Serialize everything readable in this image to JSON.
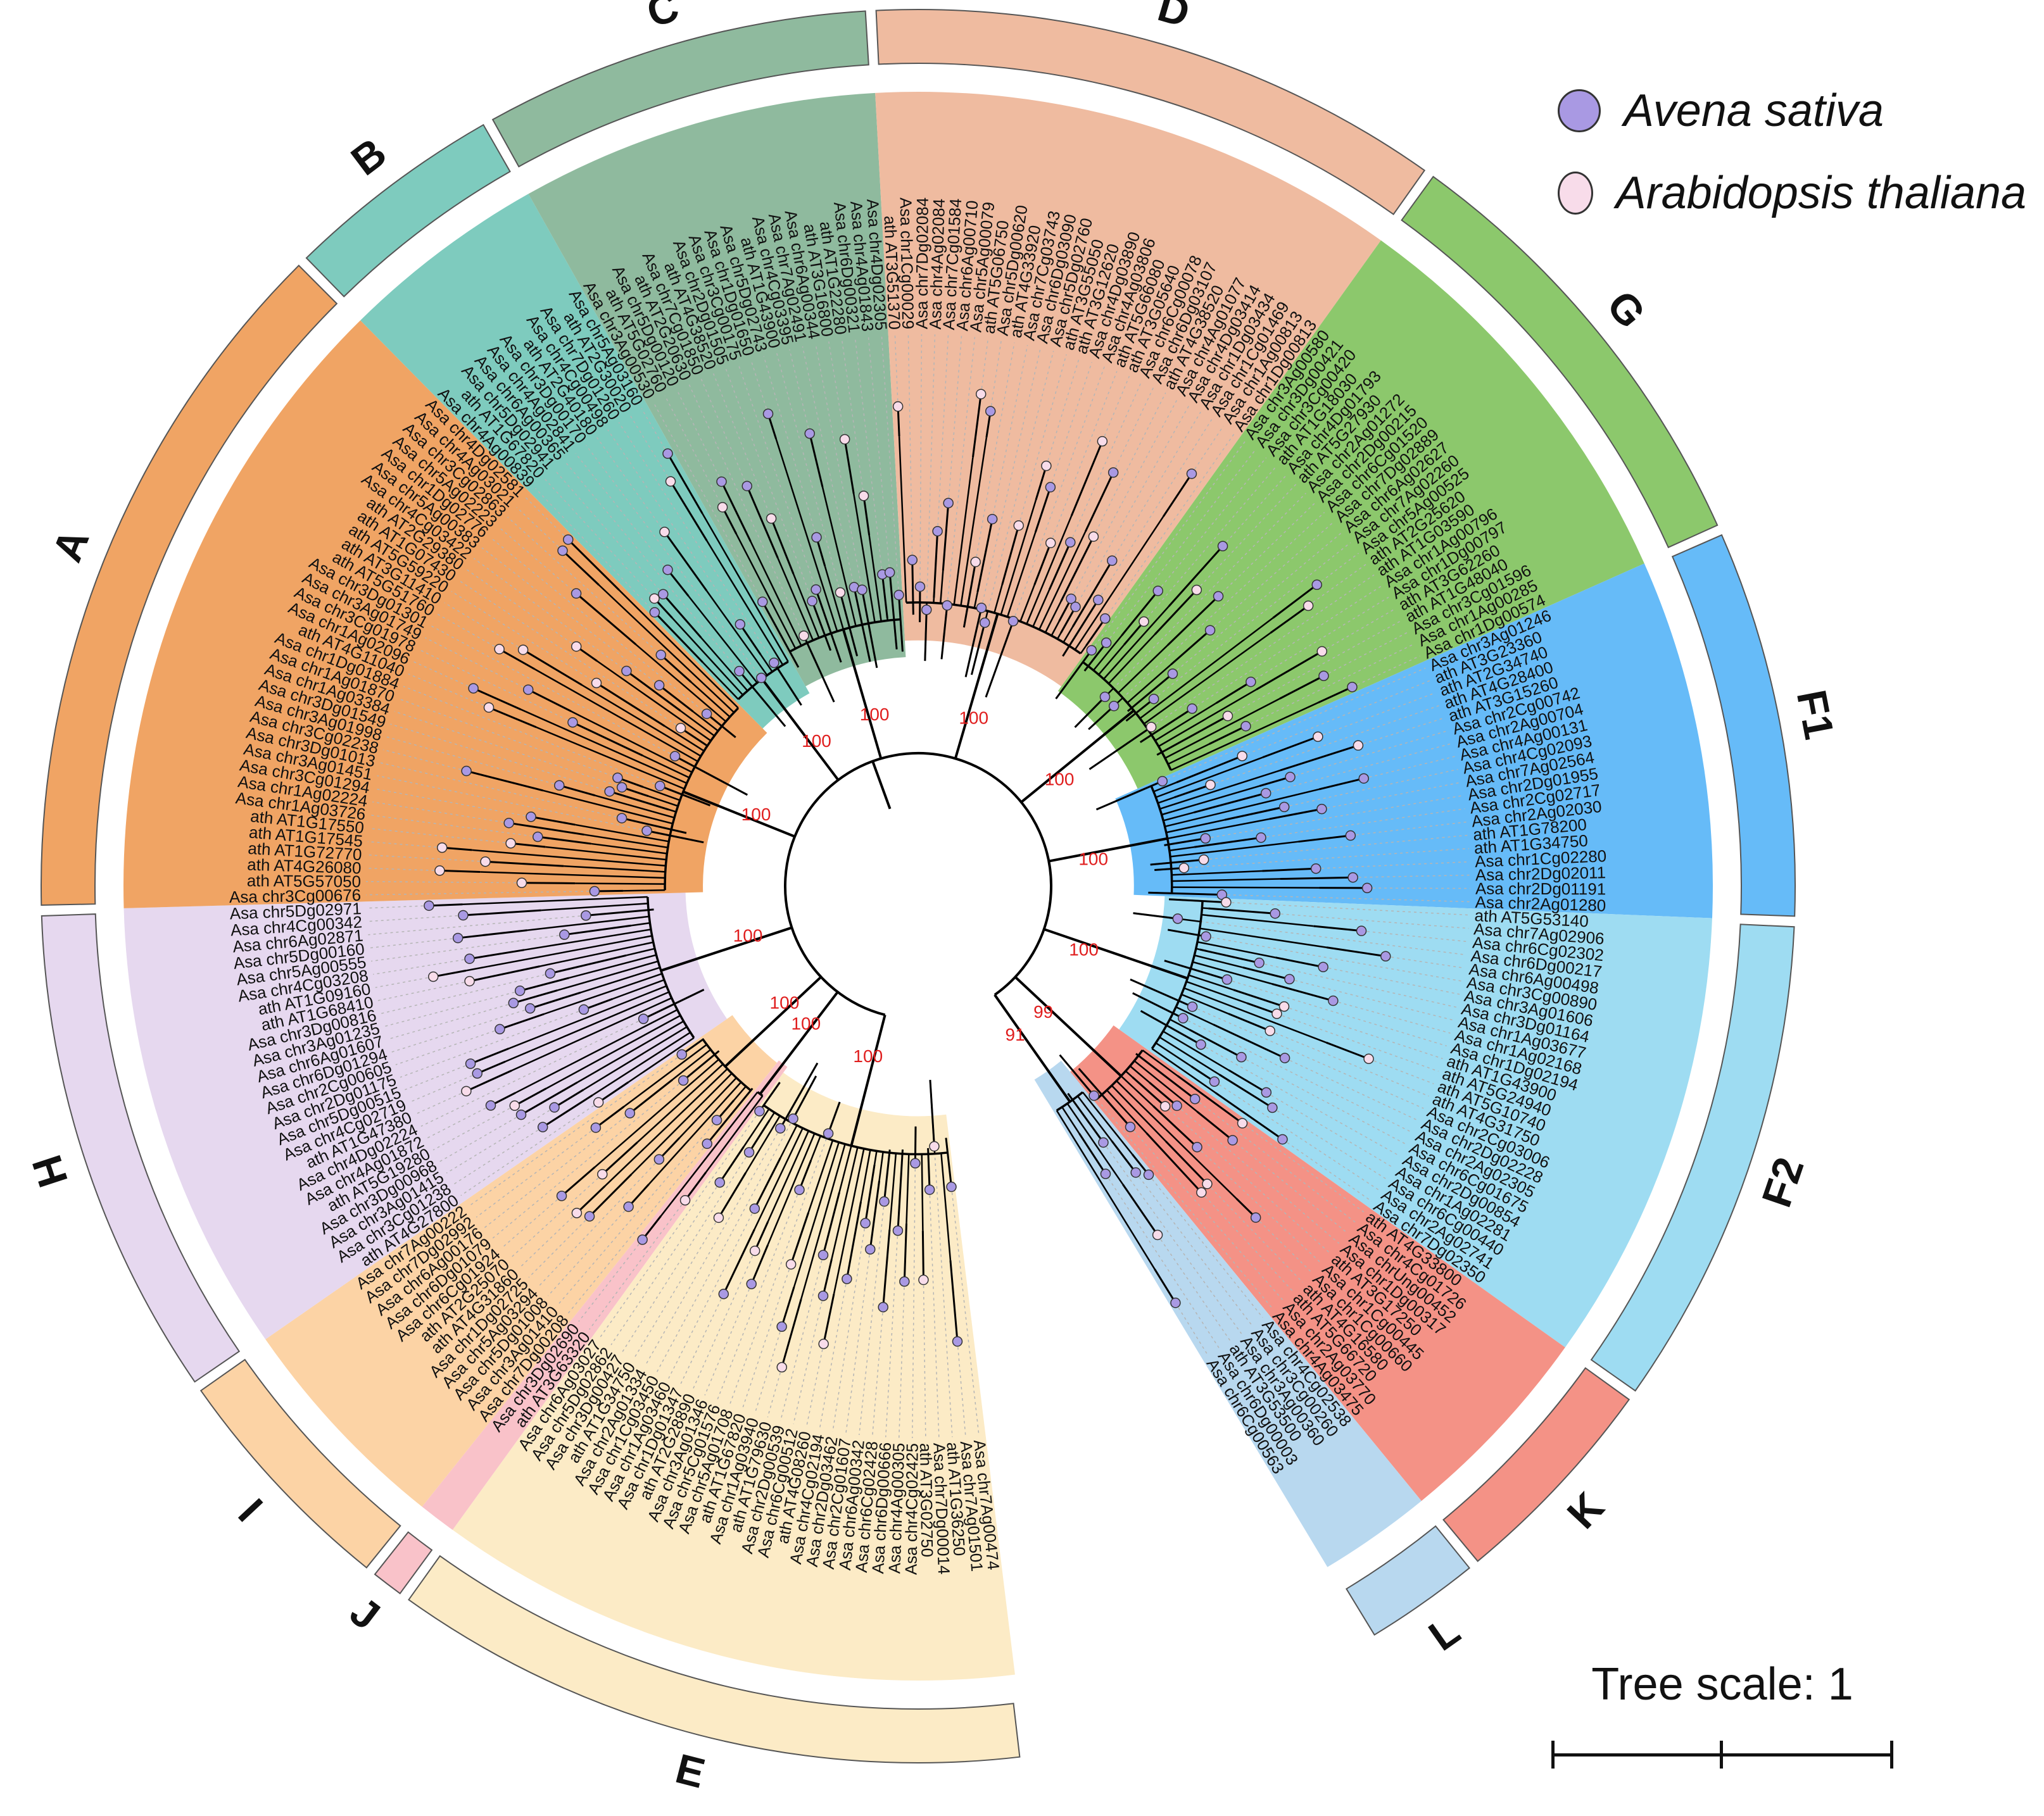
{
  "colors": {
    "A": "#f0a464",
    "B": "#7ecbbe",
    "C": "#8fba9e",
    "D": "#efbba0",
    "E": "#fcebc6",
    "F1": "#66bbf8",
    "F2": "#9edcf2",
    "G": "#8cc86c",
    "H": "#e6d8ef",
    "I": "#fcd3a5",
    "J": "#f9c2c9",
    "K": "#f49286",
    "L": "#b8d8ef",
    "avena": "#a999e3",
    "arabidopsis": "#f8dcea",
    "bootstrap": "#e01e1e",
    "branch": "#000000"
  },
  "legend": {
    "avena": "Avena sativa",
    "arabidopsis": "Arabidopsis thaliana"
  },
  "scale_label": "Tree scale: 1",
  "clades": [
    {
      "id": "E",
      "label": "E",
      "leaves": [
        "Asa chr7Ag00474",
        "Asa chr7Ag01501",
        "ath AT1G36250",
        "Asa chr7Dg00014",
        "ath AT3G02750",
        "Asa chr4Cg02425",
        "Asa chr4Ag00305",
        "Asa chr6Dg00666",
        "Asa chr6Cg02428",
        "Asa chr6Ag00342",
        "Asa chr2Cg01607",
        "Asa chr2Dg03462",
        "Asa chr4Cg02194",
        "ath AT4G08260",
        "Asa chr6Cg00512",
        "Asa chr2Dg00539",
        "ath AT1G79630",
        "Asa chr1Ag03940",
        "ath AT1G67820",
        "Asa chr5Ag01708",
        "Asa chr5Cg01576",
        "Asa chr3Ag01346",
        "ath AT2G28890",
        "Asa chr1Dg01347",
        "Asa chr1Ag03460",
        "Asa chr1Cg03450",
        "Asa chr2Ag01334",
        "ath AT1G34750",
        "Asa chr3Dg00427",
        "Asa chr5Dg02862",
        "Asa chr6Ag03027"
      ]
    },
    {
      "id": "J",
      "label": "J",
      "leaves": [
        "ath AT3G63320",
        "Asa chr3Dg02690"
      ]
    },
    {
      "id": "I",
      "label": "I",
      "leaves": [
        "Asa chr7Dg00208",
        "Asa chr3Ag01410",
        "Asa chr5Dg01008",
        "Asa chr5Ag03294",
        "Asa chr1Dg02725",
        "ath AT4G31860",
        "ath AT2G25070",
        "Asa chr6Cg01924",
        "Asa chr6Dg01079",
        "Asa chr6Ag00176",
        "Asa chr7Dg02992",
        "Asa chr7Ag00222"
      ]
    },
    {
      "id": "H",
      "label": "H",
      "leaves": [
        "ath AT4G27800",
        "Asa chr3Cg01238",
        "Asa chr3Ag01415",
        "Asa chr3Dg00968",
        "ath AT5G19280",
        "Asa chr4Ag01872",
        "Asa chr4Dg02224",
        "ath AT1G47380",
        "Asa chr4Cg02719",
        "Asa chr5Dg00515",
        "Asa chr2Dg01175",
        "Asa chr2Cg00605",
        "Asa chr6Dg01294",
        "Asa chr6Ag01607",
        "Asa chr3Ag01235",
        "Asa chr3Dg00816",
        "ath AT1G68410",
        "ath AT1G09160",
        "Asa chr4Cg03208",
        "Asa chr5Ag00555",
        "Asa chr5Dg00160",
        "Asa chr6Ag02871",
        "Asa chr4Cg00342",
        "Asa chr5Dg02971"
      ]
    },
    {
      "id": "A",
      "label": "A",
      "leaves": [
        "Asa chr3Cg00676",
        "ath AT5G57050",
        "ath AT4G26080",
        "ath AT1G72770",
        "ath AT1G17545",
        "ath AT1G17550",
        "Asa chr1Ag03726",
        "Asa chr1Ag02224",
        "Asa chr3Cg01294",
        "Asa chr3Ag01451",
        "Asa chr3Dg01013",
        "Asa chr3Cg02238",
        "Asa chr3Ag01998",
        "Asa chr3Dg01549",
        "Asa chr1Ag03384",
        "Asa chr1Ag01870",
        "Asa chr1Dg01884",
        "ath AT4G11040",
        "Asa chr1Ag02096",
        "Asa chr3Cg01978",
        "Asa chr3Ag01749",
        "Asa chr3Dg01301",
        "ath AT5G51760",
        "ath AT3G11410",
        "ath AT5G59220",
        "ath AT1G07430",
        "ath AT2G29380",
        "Asa chr4Cg03422",
        "Asa chr5Ag00383",
        "Asa chr1Dg02776",
        "Asa chr5Ag02223",
        "Asa chr3Cg02863",
        "Asa chr4Ag03021",
        "Asa chr4Dg02581"
      ]
    },
    {
      "id": "B",
      "label": "B",
      "leaves": [
        "Asa chr4Ag00839",
        "ath AT1G67820",
        "Asa chr5Dg02941",
        "Asa chr6Ag00365",
        "Asa chr4Ag02841",
        "Asa chr3Dg00170",
        "ath AT2G40180",
        "Asa chr4Cg00498",
        "Asa chr7Dg01260",
        "ath AT2G30020",
        "Asa chr5Ag03160"
      ]
    },
    {
      "id": "C",
      "label": "C",
      "leaves": [
        "Asa chr3Ag00530",
        "ath AT5G02760",
        "Asa chr5Dg00120",
        "ath AT2G20630",
        "Asa chr7Cg01850",
        "ath AT4G38520",
        "Asa chr2Dg01505",
        "Asa chr3Cg00175",
        "Asa chr1Dg01650",
        "Asa chr5Dg02743",
        "ath AT1G43900",
        "Asa chr4Cg03395",
        "Asa chr7Ag02491",
        "Asa chr6Ag00344",
        "ath AT3G16800",
        "ath AT1G22280",
        "Asa chr6Dg00321",
        "Asa chr4Ag01843",
        "Asa chr4Dg02305"
      ]
    },
    {
      "id": "D",
      "label": "D",
      "leaves": [
        "ath AT3G51370",
        "Asa chr1Cg00029",
        "Asa chr7Dg02084",
        "Asa chr4Ag02084",
        "Asa chr7Cg01584",
        "Asa chr6Ag00710",
        "Asa chr5Ag00079",
        "ath AT5G06750",
        "Asa chr5Dg00620",
        "ath AT4G33920",
        "Asa chr7Cg03743",
        "Asa chr6Dg03090",
        "Asa chr5Dg02760",
        "ath AT3G55050",
        "ath AT3G12620",
        "Asa chr4Dg03890",
        "Asa chr4Ag03806",
        "ath AT5G66080",
        "ath AT3G05640",
        "Asa chr6Cg00078",
        "Asa chr6Dg03107",
        "ath AT4G38520",
        "Asa chr4Ag01077",
        "Asa chr4Dg03414",
        "Asa chr1Dg03434",
        "Asa chr1Cg01469",
        "Asa chr1Ag00813",
        "Asa chr1Dg00813"
      ]
    },
    {
      "id": "G",
      "label": "G",
      "leaves": [
        "Asa chr3Ag00580",
        "Asa chr3Dg00421",
        "Asa chr3Cg00420",
        "ath AT1G18030",
        "Asa chr4Dg01793",
        "ath AT5G27930",
        "Asa chr2Ag01272",
        "Asa chr2Dg00215",
        "Asa chr6Cg01520",
        "Asa chr7Dg02889",
        "Asa chr6Ag02627",
        "Asa chr7Ag02260",
        "Asa chr5Ag00525",
        "ath AT2G25620",
        "ath AT1G03590",
        "Asa chr1Ag00796",
        "Asa chr1Dg00797",
        "ath AT3G62260",
        "ath AT1G48040",
        "Asa chr3Cg01596",
        "Asa chr1Ag00285",
        "Asa chr1Dg00574"
      ]
    },
    {
      "id": "F1",
      "label": "F1",
      "leaves": [
        "Asa chr3Ag01246",
        "ath AT3G23360",
        "ath AT2G34740",
        "ath AT4G28400",
        "ath AT3G15260",
        "Asa chr2Cg00742",
        "Asa chr2Ag00704",
        "Asa chr4Ag00131",
        "Asa chr4Cg02093",
        "Asa chr7Ag02564",
        "Asa chr2Dg01955",
        "Asa chr2Cg02717",
        "Asa chr2Ag02030",
        "ath AT1G78200",
        "ath AT1G34750",
        "Asa chr1Cg02280",
        "Asa chr2Dg02011",
        "Asa chr2Dg01191",
        "Asa chr2Ag01280"
      ]
    },
    {
      "id": "F2",
      "label": "F2",
      "leaves": [
        "ath AT5G53140",
        "Asa chr7Ag02906",
        "Asa chr6Cg02302",
        "Asa chr6Dg00217",
        "Asa chr6Ag00498",
        "Asa chr3Cg00890",
        "Asa chr3Ag01606",
        "Asa chr3Dg01164",
        "Asa chr1Ag03677",
        "Asa chr1Ag02168",
        "Asa chr1Dg02194",
        "ath AT1G43900",
        "ath AT5G24940",
        "ath AT5G10740",
        "ath AT4G31750",
        "Asa chr2Cg03006",
        "Asa chr2Dg02228",
        "Asa chr2Ag02305",
        "Asa chr6Cg01675",
        "Asa chr2Dg00854",
        "Asa chr1Ag02281",
        "Asa chr6Cg00440",
        "Asa chr2Ag02741",
        "Asa chr7Dg02350"
      ]
    },
    {
      "id": "K",
      "label": "K",
      "leaves": [
        "ath AT4G33800",
        "Asa chr4Cg01726",
        "Asa chrUng00452",
        "Asa chr1Dg00317",
        "ath AT3G17250",
        "Asa chr1Cg00445",
        "Asa chr1Cg00660",
        "ath AT4G16580",
        "ath AT5G66720",
        "Asa chr2Ag03770",
        "Asa chr4Ag03475"
      ]
    },
    {
      "id": "L",
      "label": "L",
      "leaves": [
        "Asa chr4Cg02538",
        "Asa chr3Cg00260",
        "Asa chr3Ag00360",
        "ath AT3G53500",
        "Asa chr6Dg00003",
        "Asa chr6Cg00563"
      ]
    }
  ],
  "bootstrap_labels": [
    "100",
    "100",
    "100",
    "100",
    "100",
    "100",
    "100",
    "100",
    "100",
    "100",
    "100",
    "99",
    "91"
  ]
}
